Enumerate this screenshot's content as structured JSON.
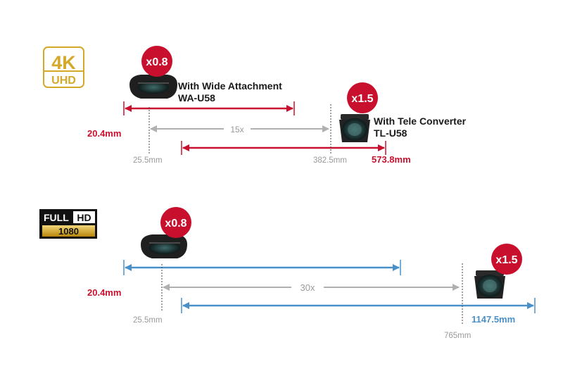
{
  "colors": {
    "red": "#c8102e",
    "blue": "#4a90c8",
    "grey": "#b0b0b0",
    "gold": "#c9a227"
  },
  "badges": {
    "uhd_top": "4K",
    "uhd_bottom": "UHD",
    "fhd_top_left": "FULL",
    "fhd_top_right": "HD",
    "fhd_bottom": "1080"
  },
  "section_4k": {
    "wide_multiplier": "x0.8",
    "tele_multiplier": "x1.5",
    "wide_label_line1": "With Wide Attachment",
    "wide_label_line2": "WA-U58",
    "tele_label_line1": "With Tele Converter",
    "tele_label_line2": "TL-U58",
    "wide_focal": "20.4mm",
    "zoom_ratio": "15x",
    "lens_wide_end": "25.5mm",
    "lens_tele_end": "382.5mm",
    "tele_focal": "573.8mm"
  },
  "section_fhd": {
    "wide_multiplier": "x0.8",
    "tele_multiplier": "x1.5",
    "wide_focal": "20.4mm",
    "zoom_ratio": "30x",
    "lens_wide_end": "25.5mm",
    "lens_tele_end": "765mm",
    "tele_focal": "1147.5mm"
  }
}
